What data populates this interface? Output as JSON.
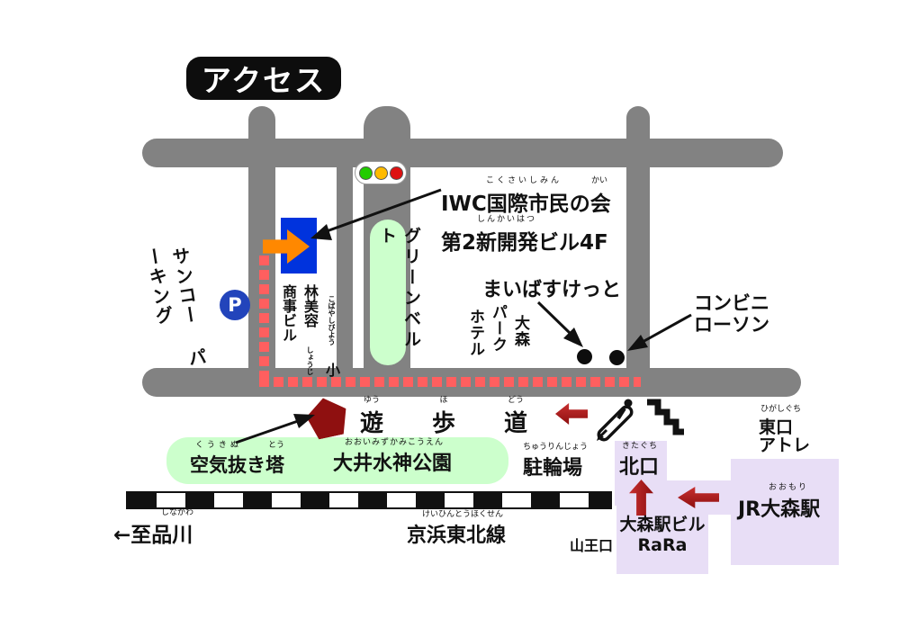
{
  "title": "アクセス",
  "destination": {
    "furi_kokusai": "こくさいしみん",
    "furi_kai": "かい",
    "line1": "IWC国際市民の会",
    "furi_shinkaihatsu": "しんかいはつ",
    "line2": "第2新開発ビル4F"
  },
  "sanko_parking": {
    "col1": "サンコー",
    "col2": "パーキング"
  },
  "parking_mark": "P",
  "kobayashi_building": {
    "furi_kobayashi": "こばやしびよう",
    "main1": "小林美容",
    "furi_shoji": "しょうじ",
    "main2": "商事ビル"
  },
  "greenbelt": "グリーンベルト",
  "maibasketto": "まいばすけっと",
  "omori_park_hotel": {
    "col1": "大森",
    "col2": "パーク",
    "col3": "ホテル"
  },
  "lawson": {
    "line1": "コンビニ",
    "line2": "ローソン"
  },
  "promenade": {
    "furi1": "ゆう",
    "char1": "遊",
    "furi2": "ほ",
    "char2": "歩",
    "furi3": "どう",
    "char3": "道"
  },
  "air_tower": {
    "furi1": "くうきぬ",
    "furi2": "とう",
    "main": "空気抜き塔"
  },
  "park": {
    "furi": "おおいみずかみこうえん",
    "main": "大井水神公園"
  },
  "bicycle_parking": {
    "furi": "ちゅうりんじょう",
    "main": "駐輪場"
  },
  "north_exit": {
    "furi": "きたぐち",
    "main": "北口"
  },
  "east_exit": {
    "furi": "ひがしぐち",
    "main": "東口",
    "sub": "アトレ"
  },
  "jr_station": {
    "furi": "おおもり",
    "main": "JR大森駅"
  },
  "rara": {
    "line1": "大森駅ビル",
    "line2": "RaRa"
  },
  "sanno_exit": "山王口",
  "to_shinagawa": {
    "furi": "しながわ",
    "main": "←至品川"
  },
  "keihin_line": {
    "furi": "けいひんとうほくせん",
    "main": "京浜東北線"
  },
  "icons": {
    "traffic_light": "traffic-light-icon",
    "escalator": "escalator-icon",
    "stairs": "stairs-icon",
    "parking": "parking-icon",
    "route_dots": "poi-dot"
  },
  "colors": {
    "road_gray": "#828282",
    "route_red": "#ff5f5f",
    "green_area": "#ccffcc",
    "station_purple": "#e8def6",
    "highlight_orange": "#ff8800",
    "building_blue": "#0033dd",
    "parking_blue": "#2244bb",
    "arrow_dark_red": "#8d0f0f",
    "signal_green": "#22cc00",
    "signal_yellow": "#ffbb00",
    "signal_red": "#dd1111"
  }
}
